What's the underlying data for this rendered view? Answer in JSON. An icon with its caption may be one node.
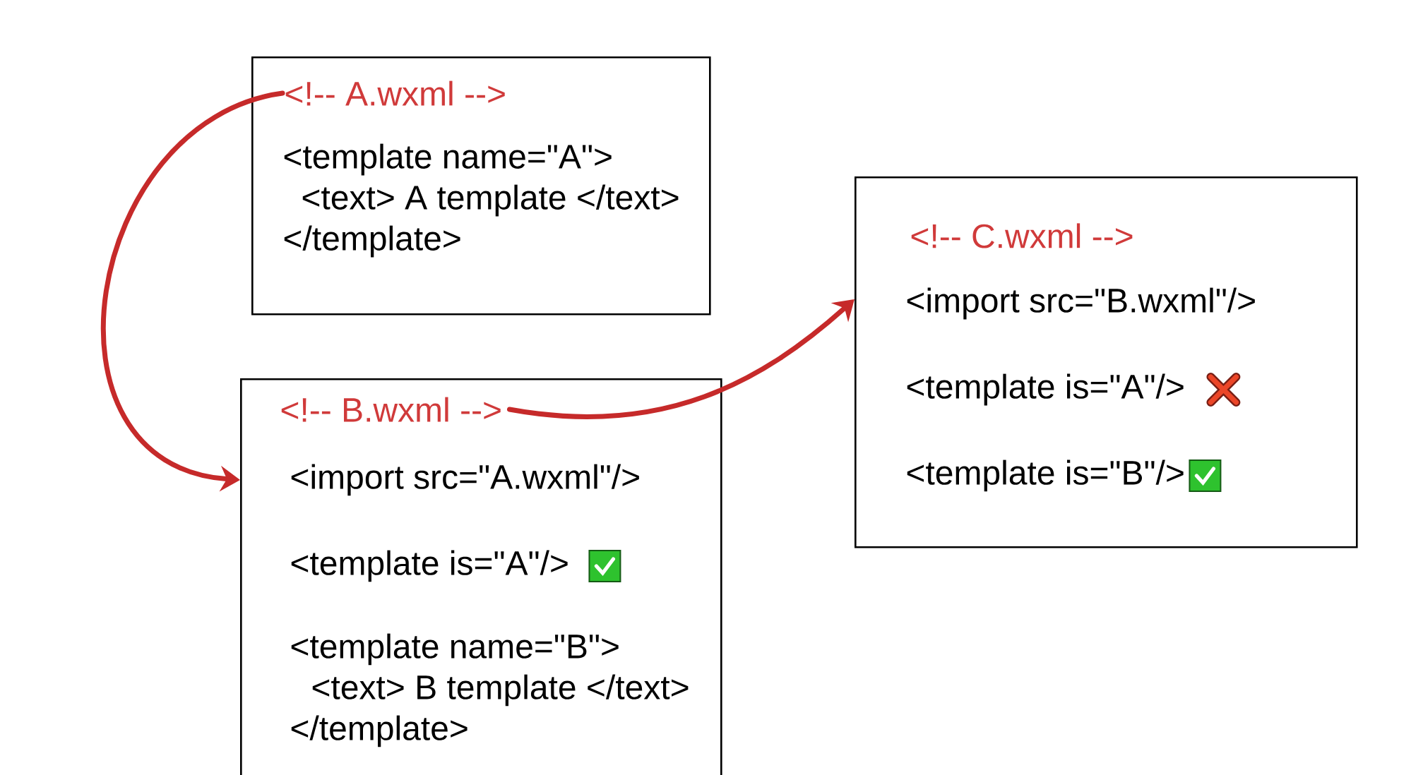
{
  "diagram": {
    "nodes": [
      {
        "text": [
          "<template name=\"A\">",
          "<text> A template </text>",
          "</template>"
        ]
      },
      {
        "text": [
          "<!-- A.wxml -->"
        ],
        "in": 0
      },
      {
        "text": [
          "<import src=\"A.wxml\"/>",
          "<template is=\"A\"/>",
          "<template name=\"B\">",
          "<text> B template </text>",
          "</template>"
        ]
      },
      {
        "text": [
          "<!-- B.wxml -->"
        ],
        "in": 2
      },
      {
        "text": [
          "<import src=\"B.wxml\"/>",
          "<template is=\"A\"/>",
          "<template is=\"B\"/>"
        ]
      },
      {
        "text": [
          "<!-- C.wxml -->"
        ],
        "in": 4
      }
    ],
    "edges": [
      {
        "from": 1,
        "to": 2,
        "arrow": "to"
      },
      {
        "from": 3,
        "to": 4,
        "arrow": "to"
      }
    ]
  }
}
